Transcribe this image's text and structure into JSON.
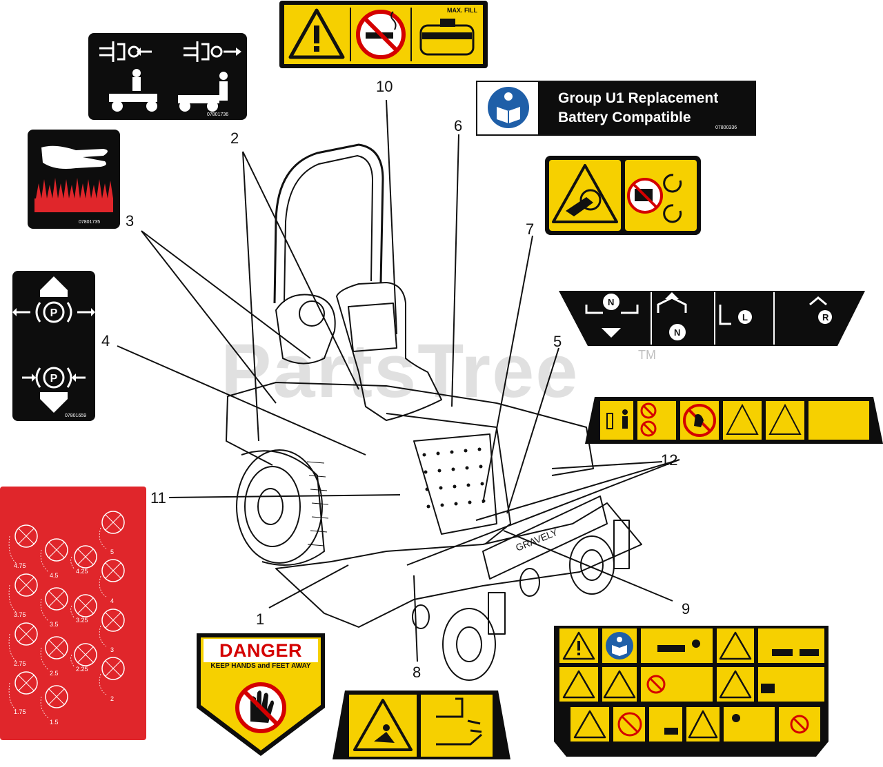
{
  "callouts": [
    "1",
    "2",
    "3",
    "4",
    "5",
    "6",
    "7",
    "8",
    "9",
    "10",
    "11",
    "12"
  ],
  "battery_decal": {
    "line1": "Group U1 Replacement",
    "line2": "Battery Compatible",
    "part_no": "07800336"
  },
  "danger_decal": {
    "title": "DANGER",
    "subtitle": "KEEP HANDS and FEET AWAY"
  },
  "fuel_decal": {
    "max_fill": "MAX. FILL"
  },
  "burn_decal": {
    "part_no": "07801735"
  },
  "hydro_decal": {
    "part_no": "07801736"
  },
  "park_decal": {
    "part_no": "07801659"
  },
  "height_gauge": {
    "left_labels": [
      "4.75",
      "3.75",
      "2.75",
      "1.75"
    ],
    "middle_labels": [
      "4.5",
      "3.5",
      "2.5",
      "1.5"
    ],
    "right_labels": [
      "5",
      "4.25",
      "4",
      "3.25",
      "3",
      "2.25",
      "2"
    ]
  },
  "steer_decal": {
    "labels": [
      "N",
      "N",
      "L",
      "R"
    ]
  },
  "watermark": "PartsTree",
  "trademark": "TM",
  "colors": {
    "yellow": "#f6d000",
    "dark": "#0d0d0d",
    "red": "#e0262b",
    "blue": "#1f5fa8"
  }
}
